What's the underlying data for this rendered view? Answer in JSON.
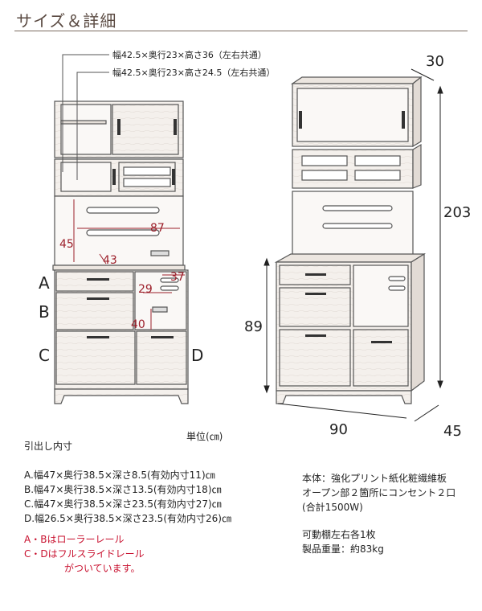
{
  "header": {
    "title": "サイズ＆詳細"
  },
  "callouts": {
    "upper_box": "幅42.5×奥行23×高さ36（左右共通）",
    "middle_box": "幅42.5×奥行23×高さ24.5（左右共通）"
  },
  "front_dims": {
    "width": "87",
    "height": "45",
    "depth": "43",
    "right": "37",
    "inner": "29",
    "bottom": "40"
  },
  "side_dims": {
    "top_depth": "30",
    "total_height": "203",
    "lower_height": "89",
    "width": "90",
    "depth": "45"
  },
  "drawer_letters": [
    "A",
    "B",
    "C",
    "D"
  ],
  "unit": "単位(㎝)",
  "drawer_heading": "引出し内寸",
  "drawer_specs": [
    "A.幅47×奥行38.5×深さ8.5(有効内寸11)㎝",
    "B.幅47×奥行38.5×深さ13.5(有効内寸18)㎝",
    "C.幅47×奥行38.5×深さ23.5(有効内寸27)㎝",
    "D.幅26.5×奥行38.5×深さ23.5(有効内寸26)㎝"
  ],
  "rail_notes": [
    "A・Bはローラーレール",
    "C・Dはフルスライドレール",
    "がついています。"
  ],
  "body_specs": [
    "本体：強化プリント紙化粧繊維板",
    "オープン部２箇所にコンセント２口",
    "(合計1500W)",
    "可動棚左右各1枚",
    "製品重量：約83kg"
  ],
  "colors": {
    "accent": "#c8102e",
    "dim": "#9c1f2a",
    "wood": "#f4f0ec",
    "outline": "#555555"
  }
}
